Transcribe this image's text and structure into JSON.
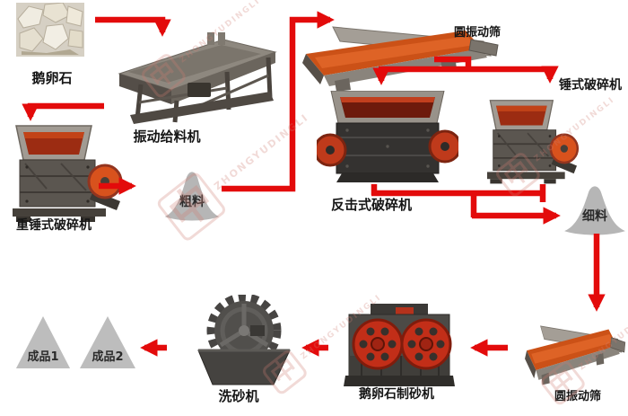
{
  "diagram": {
    "nodes": {
      "pebble_photo": {
        "label": "鹅卵石"
      },
      "vibrating_feeder": {
        "label": "振动给料机"
      },
      "heavy_hammer_crusher": {
        "label": "重锤式破碎机"
      },
      "coarse_material": {
        "label": "粗料"
      },
      "vibrating_screen_top": {
        "label": "圆振动筛"
      },
      "hammer_crusher": {
        "label": "锤式破碎机"
      },
      "impact_crusher": {
        "label": "反击式破碎机"
      },
      "fine_material": {
        "label": "细料"
      },
      "vibrating_screen_bottom": {
        "label": "圆振动筛"
      },
      "pebble_sand_maker": {
        "label": "鹅卵石制砂机"
      },
      "sand_washer": {
        "label": "洗砂机"
      },
      "product_1": {
        "label": "成品1"
      },
      "product_2": {
        "label": "成品2"
      }
    },
    "edges": [
      [
        "鹅卵石",
        "振动给料机"
      ],
      [
        "振动给料机",
        "重锤式破碎机"
      ],
      [
        "重锤式破碎机",
        "粗料"
      ],
      [
        "粗料",
        "圆振动筛"
      ],
      [
        "圆振动筛",
        "反击式破碎机"
      ],
      [
        "圆振动筛",
        "锤式破碎机"
      ],
      [
        "反击式破碎机",
        "细料"
      ],
      [
        "锤式破碎机",
        "细料"
      ],
      [
        "细料",
        "圆振动筛"
      ],
      [
        "圆振动筛",
        "鹅卵石制砂机"
      ],
      [
        "鹅卵石制砂机",
        "洗砂机"
      ],
      [
        "洗砂机",
        "成品2"
      ]
    ],
    "watermark": {
      "logo_char": "中",
      "brand_text": "ZHONGYUDINGLI"
    },
    "colors": {
      "arrow_red": "#e30b0b",
      "pile_gray": "#b6b6b6",
      "machine_orange": "#d0521e",
      "wheel_red": "#c2301a",
      "body_dark": "#3f3d3a",
      "frame_gray": "#928c85",
      "label_text": "#151515",
      "background": "#ffffff"
    }
  }
}
